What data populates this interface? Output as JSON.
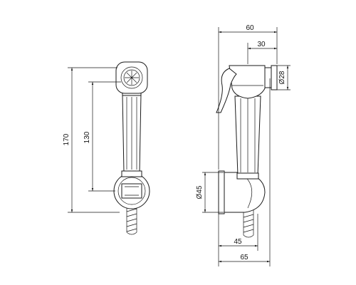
{
  "dimensions": {
    "left_view": {
      "total_height": "170",
      "hand_shower_length": "130"
    },
    "right_view": {
      "overall_depth": "60",
      "head_depth": "30",
      "outlet_diameter": "Ø28",
      "holder_diameter": "Ø45",
      "holder_depth": "45",
      "holder_total_depth": "65"
    }
  },
  "colors": {
    "line": "#1a1a1a",
    "background": "#ffffff"
  }
}
